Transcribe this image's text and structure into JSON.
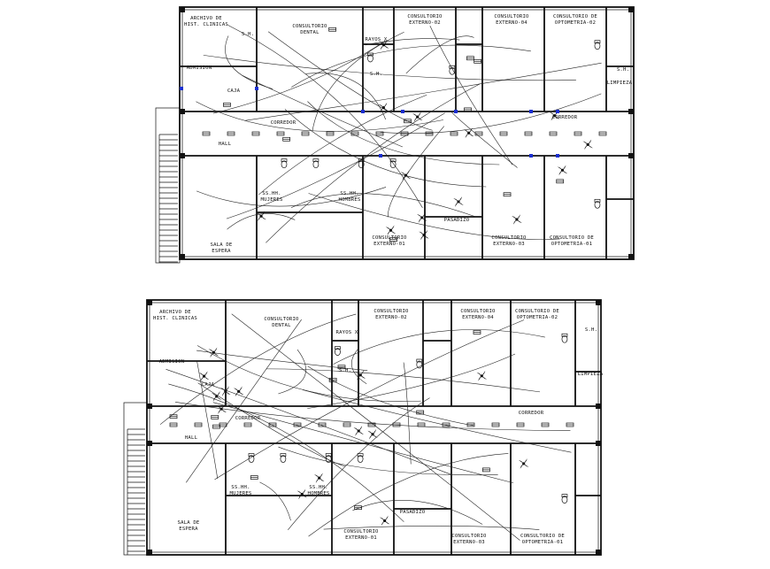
{
  "plans": [
    {
      "rooms": [
        {
          "id": "archivo",
          "lines": [
            "ARCHIVO DE",
            "HIST. CLINICAS"
          ]
        },
        {
          "id": "admision",
          "lines": [
            "ADMISION"
          ]
        },
        {
          "id": "caja",
          "lines": [
            "CAJA"
          ]
        },
        {
          "id": "ss-h-archivo",
          "lines": [
            "S.H."
          ]
        },
        {
          "id": "dental",
          "lines": [
            "CONSULTORIO",
            "DENTAL"
          ]
        },
        {
          "id": "rayos",
          "lines": [
            "RAYOS X"
          ]
        },
        {
          "id": "sh-rayos",
          "lines": [
            "S.H."
          ]
        },
        {
          "id": "externo-02",
          "lines": [
            "CONSULTORIO",
            "EXTERNO-02"
          ]
        },
        {
          "id": "externo-04",
          "lines": [
            "CONSULTORIO",
            "EXTERNO-04"
          ]
        },
        {
          "id": "optometria-02",
          "lines": [
            "CONSULTORIO DE",
            "OPTOMETRIA-02"
          ]
        },
        {
          "id": "limpieza",
          "lines": [
            "LIMPIEZA"
          ]
        },
        {
          "id": "sh-right",
          "lines": [
            "S.H."
          ]
        },
        {
          "id": "corredor",
          "lines": [
            "CORREDOR"
          ]
        },
        {
          "id": "corredor-right",
          "lines": [
            "CORREDOR"
          ]
        },
        {
          "id": "hall",
          "lines": [
            "HALL"
          ]
        },
        {
          "id": "ss-mujeres",
          "lines": [
            "SS.HH.",
            "MUJERES"
          ]
        },
        {
          "id": "ss-hombres",
          "lines": [
            "SS.HH.",
            "HOMBRES"
          ]
        },
        {
          "id": "pasadizo",
          "lines": [
            "PASADIZO"
          ]
        },
        {
          "id": "externo-01",
          "lines": [
            "CONSULTORIO",
            "EXTERNO-01"
          ]
        },
        {
          "id": "externo-03",
          "lines": [
            "CONSULTORIO",
            "EXTERNO-03"
          ]
        },
        {
          "id": "optometria-01",
          "lines": [
            "CONSULTORIO DE",
            "OPTOMETRIA-01"
          ]
        },
        {
          "id": "sala-espera",
          "lines": [
            "SALA DE",
            "ESPERA"
          ]
        }
      ]
    },
    {
      "rooms": [
        {
          "id": "archivo",
          "lines": [
            "ARCHIVO DE",
            "HIST. CLINICAS"
          ]
        },
        {
          "id": "admision",
          "lines": [
            "ADMISION"
          ]
        },
        {
          "id": "caja",
          "lines": [
            "CAJA"
          ]
        },
        {
          "id": "dental",
          "lines": [
            "CONSULTORIO",
            "DENTAL"
          ]
        },
        {
          "id": "rayos",
          "lines": [
            "RAYOS X"
          ]
        },
        {
          "id": "sh-rayos",
          "lines": [
            "S.H."
          ]
        },
        {
          "id": "externo-02",
          "lines": [
            "CONSULTORIO",
            "EXTERNO-02"
          ]
        },
        {
          "id": "externo-04",
          "lines": [
            "CONSULTORIO",
            "EXTERNO-04"
          ]
        },
        {
          "id": "optometria-02",
          "lines": [
            "CONSULTORIO DE",
            "OPTOMETRIA-02"
          ]
        },
        {
          "id": "limpieza",
          "lines": [
            "LIMPIEZA"
          ]
        },
        {
          "id": "sh-right",
          "lines": [
            "S.H."
          ]
        },
        {
          "id": "corredor",
          "lines": [
            "CORREDOR"
          ]
        },
        {
          "id": "corredor-right",
          "lines": [
            "CORREDOR"
          ]
        },
        {
          "id": "hall",
          "lines": [
            "HALL"
          ]
        },
        {
          "id": "ss-mujeres",
          "lines": [
            "SS.HH.",
            "MUJERES"
          ]
        },
        {
          "id": "ss-hombres",
          "lines": [
            "SS.HH.",
            "HOMBRES"
          ]
        },
        {
          "id": "pasadizo",
          "lines": [
            "PASADIZO"
          ]
        },
        {
          "id": "externo-01",
          "lines": [
            "CONSULTORIO",
            "EXTERNO-01"
          ]
        },
        {
          "id": "externo-03",
          "lines": [
            "CONSULTORIO",
            "EXTERNO-03"
          ]
        },
        {
          "id": "optometria-01",
          "lines": [
            "CONSULTORIO DE",
            "OPTOMETRIA-01"
          ]
        },
        {
          "id": "sala-espera",
          "lines": [
            "SALA DE",
            "ESPERA"
          ]
        }
      ]
    }
  ],
  "colors": {
    "line": "#111111",
    "door_marker": "#1b2fd0",
    "background": "#ffffff"
  }
}
